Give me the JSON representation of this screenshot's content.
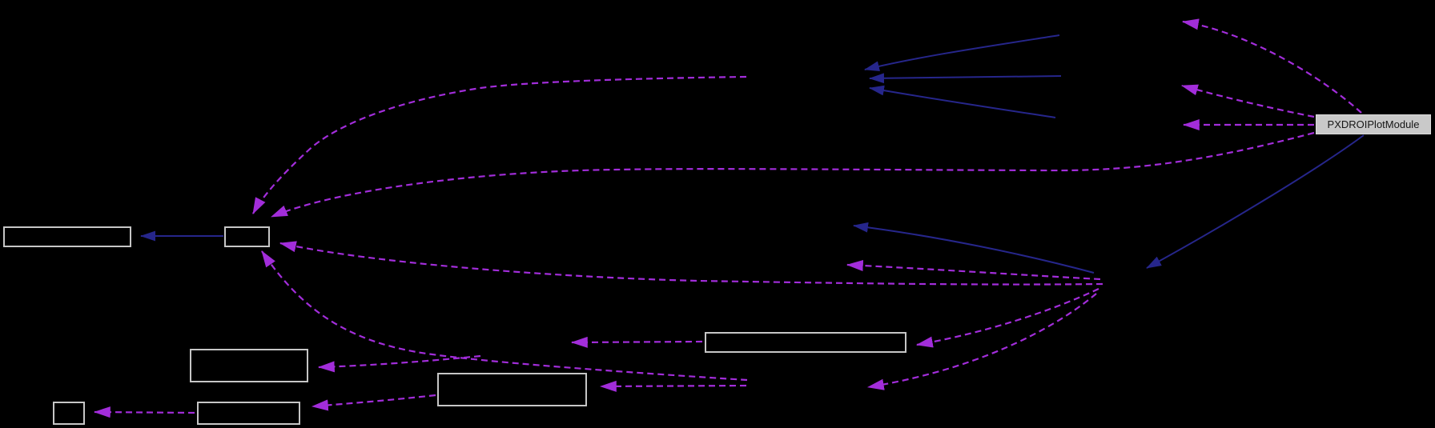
{
  "diagram": {
    "type": "collaboration-graph",
    "background": "#000000",
    "labeled_node": {
      "label": "PXDROIPlotModule",
      "fill": "#c9c9c9",
      "text_color": "#161616"
    },
    "unlabeled_nodes": [
      {
        "id": "box-a",
        "label": ""
      },
      {
        "id": "box-b",
        "label": ""
      },
      {
        "id": "box-c",
        "label": ""
      },
      {
        "id": "box-d",
        "label": ""
      },
      {
        "id": "box-e",
        "label": ""
      },
      {
        "id": "box-f",
        "label": ""
      },
      {
        "id": "box-g",
        "label": ""
      }
    ],
    "colors": {
      "solid_inheritance_edge": "#26268b",
      "dashed_usage_edge": "#a22dda",
      "node_border": "#c6c6c6"
    },
    "edge_counts": {
      "solid_blue": 6,
      "dashed_purple": 15
    }
  }
}
